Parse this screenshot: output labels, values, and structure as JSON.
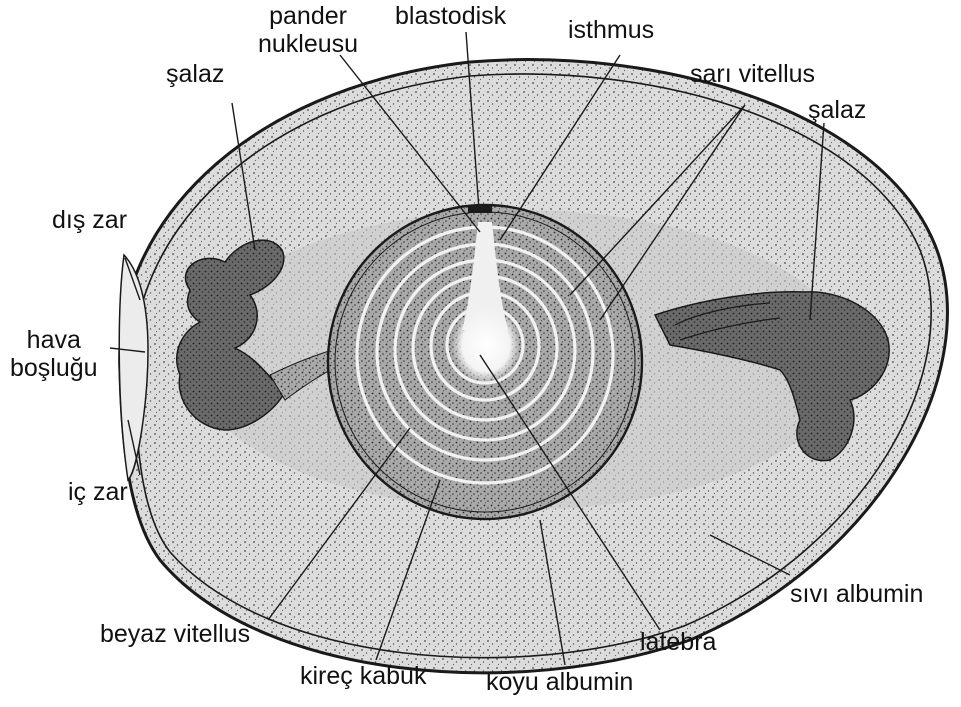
{
  "colors": {
    "ink": "#1a1a1a",
    "albumin_fill": "#d9d9d9",
    "dense_albumin": "#bdbdbd",
    "yolk_fill": "#a8a8a8",
    "yolk_ring": "#f2f2f2",
    "chalaza": "#5a5a5a",
    "latebra": "#ffffff"
  },
  "labels": {
    "pander_nukleusu": "pander\nnukleusu",
    "blastodisk": "blastodisk",
    "isthmus": "isthmus",
    "sari_vitellus": "sarı vitellus",
    "salaz_left": "şalaz",
    "salaz_right": "şalaz",
    "dis_zar": "dış zar",
    "hava_boslugu": "hava\nboşluğu",
    "ic_zar": "iç zar",
    "beyaz_vitellus": "beyaz vitellus",
    "kirec_kabuk": "kireç kabuk",
    "koyu_albumin": "koyu albumin",
    "latebra": "latebra",
    "sivi_albumin": "sıvı albumin"
  }
}
